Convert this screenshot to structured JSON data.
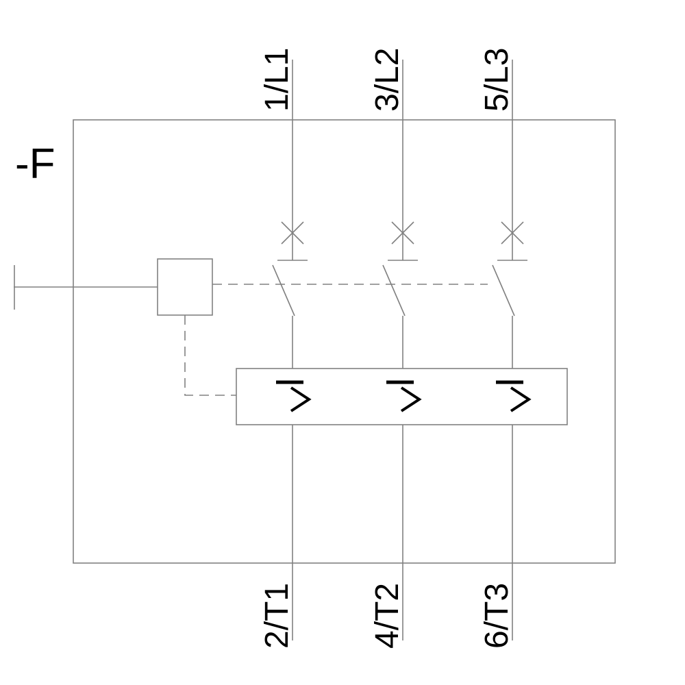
{
  "diagram": {
    "type": "circuit-breaker-schematic",
    "device_label": "-F",
    "poles": [
      {
        "top_terminal": "1/L1",
        "bottom_terminal": "2/T1"
      },
      {
        "top_terminal": "3/L2",
        "bottom_terminal": "4/T2"
      },
      {
        "top_terminal": "5/L3",
        "bottom_terminal": "6/T3"
      }
    ],
    "release_symbol": "I>",
    "colors": {
      "line": "#808080",
      "text": "#000000",
      "background": "#ffffff"
    }
  }
}
